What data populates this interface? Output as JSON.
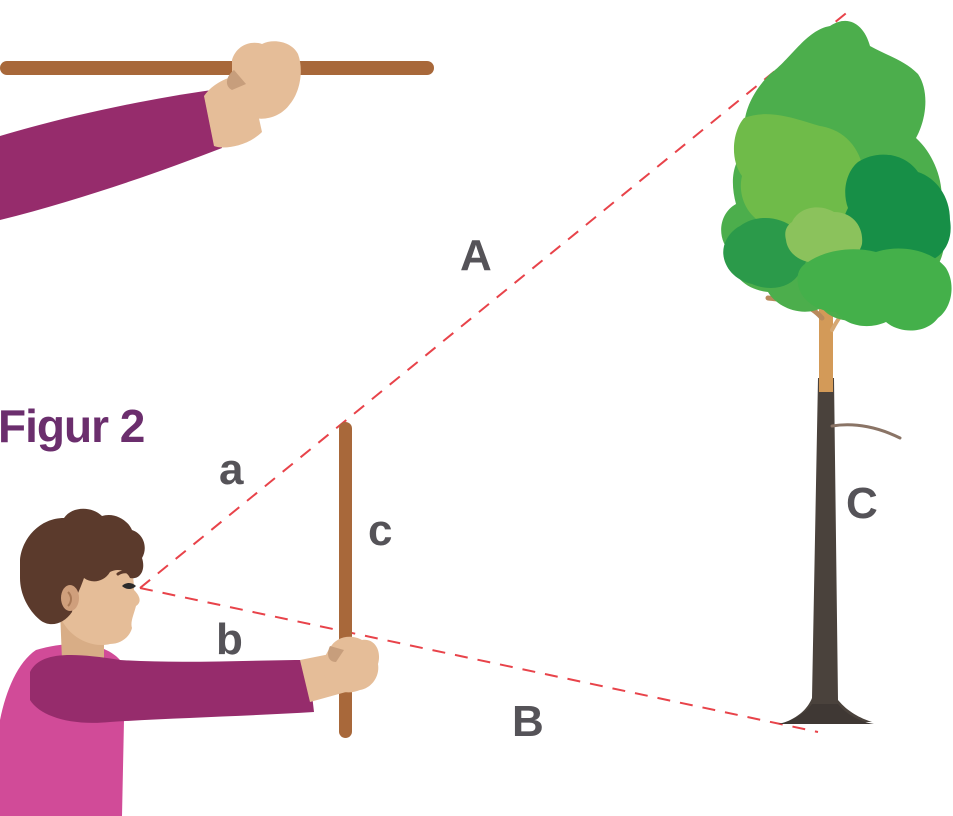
{
  "figure": {
    "title": "Figur 2"
  },
  "labels": {
    "A": "A",
    "B": "B",
    "C": "C",
    "a": "a",
    "b": "b",
    "c": "c"
  },
  "colors": {
    "sightline": "#e8434a",
    "stick": "#a8683a",
    "sleeve": "#962c6c",
    "shirt": "#d14b98",
    "skin": "#e5bd98",
    "hair": "#5b3a2c",
    "trunk_dark": "#4a423c",
    "trunk_light": "#d39a58",
    "leaf_light": "#8bc25c",
    "leaf_mid": "#4cae4c",
    "leaf_dark": "#178f47",
    "title": "#6b2e6d",
    "label": "#555358"
  }
}
